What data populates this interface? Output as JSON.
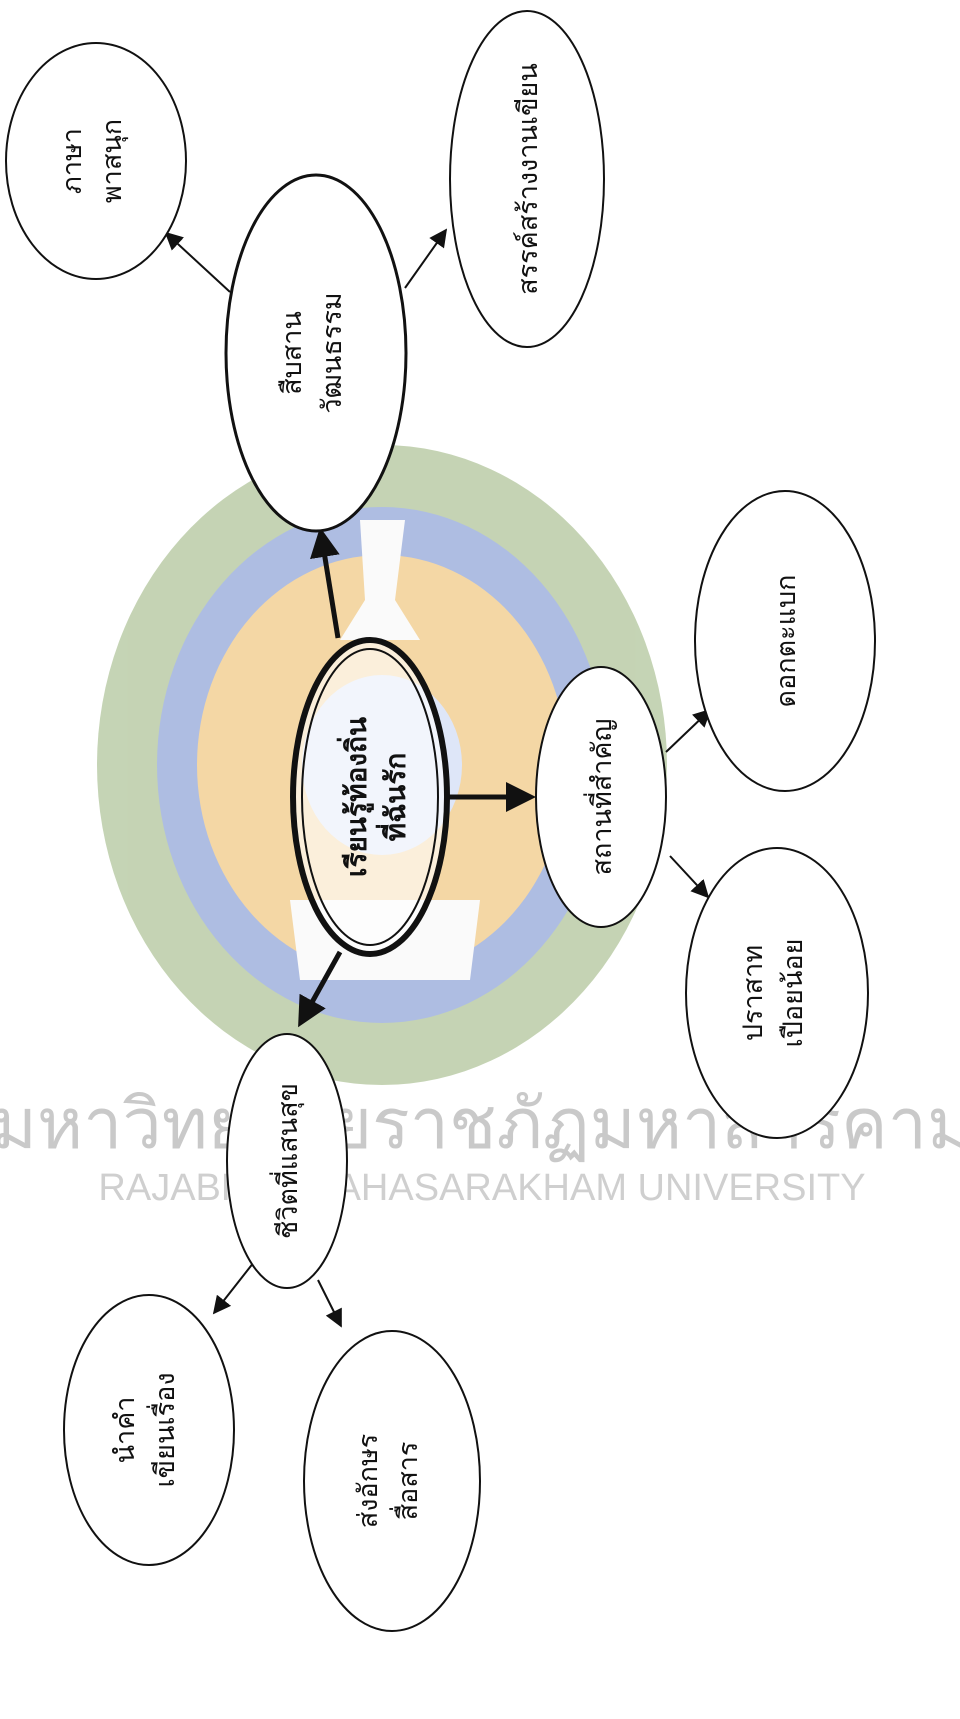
{
  "diagram": {
    "center": {
      "line1": "เรียนรู้ท้องถิ่น",
      "line2": "ที่ฉันรัก"
    },
    "branch_culture": {
      "line1": "สืบสาน",
      "line2": "วัฒนธรรม"
    },
    "branch_places": {
      "line1": "สถานที่สำคัญ"
    },
    "branch_life": {
      "line1": "ชีวิตที่แสนสุข"
    },
    "leaf_language": {
      "line1": "ภาษา",
      "line2": "พาสนุก"
    },
    "leaf_creative": {
      "line1": "สรรค์สร้างงานเขียน"
    },
    "leaf_flower": {
      "line1": "ดอกตะแบก"
    },
    "leaf_castle": {
      "line1": "ปราสาท",
      "line2": "เปือยน้อย"
    },
    "leaf_words": {
      "line1": "นำคำ",
      "line2": "เขียนเรื่อง"
    },
    "leaf_letters": {
      "line1": "ส่งอักษร",
      "line2": "สื่อสาร"
    }
  },
  "watermark": {
    "thai": "มหาวิทยาลัยราชภัฏมหาสารคาม",
    "english": "RAJABHAT MAHASARAKHAM UNIVERSITY",
    "colors": {
      "ring": "#7fa05a",
      "inner": "#4e6fc0",
      "rays": "#e8a83a"
    }
  }
}
